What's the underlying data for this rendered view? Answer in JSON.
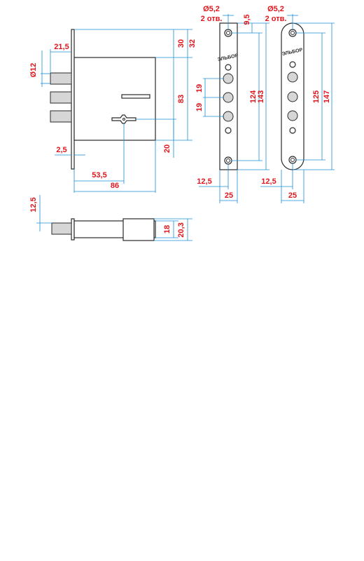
{
  "dimensions": {
    "bolt_diameter": "Ø12",
    "bolt_projection": "21,5",
    "top_offset": "30",
    "top_total": "32",
    "bolt_span": "83",
    "bottom_offset": "20",
    "plate_thickness": "2,5",
    "backset": "53,5",
    "body_width": "86",
    "side_bolt": "12,5",
    "side_height": "18",
    "side_total": "20,3"
  },
  "strike_plate_1": {
    "hole_diameter": "Ø5,2",
    "hole_count": "2 отв.",
    "offset": "9,5",
    "pitch_a": "19",
    "pitch_b": "19",
    "hole_spacing": "124",
    "length": "143",
    "half_width": "12,5",
    "width": "25",
    "logo": "ЭЛЬБОР"
  },
  "strike_plate_2": {
    "hole_diameter": "Ø5,2",
    "hole_count": "2 отв.",
    "hole_spacing": "125",
    "length": "147",
    "half_width": "12,5",
    "width": "25",
    "logo": "ЭЛЬБОР"
  },
  "colors": {
    "dimension_text": "#e0161d",
    "dimension_line": "#1c8fd6",
    "outline": "#2a2a2a",
    "bolt_fill": "#d6d6d6"
  }
}
